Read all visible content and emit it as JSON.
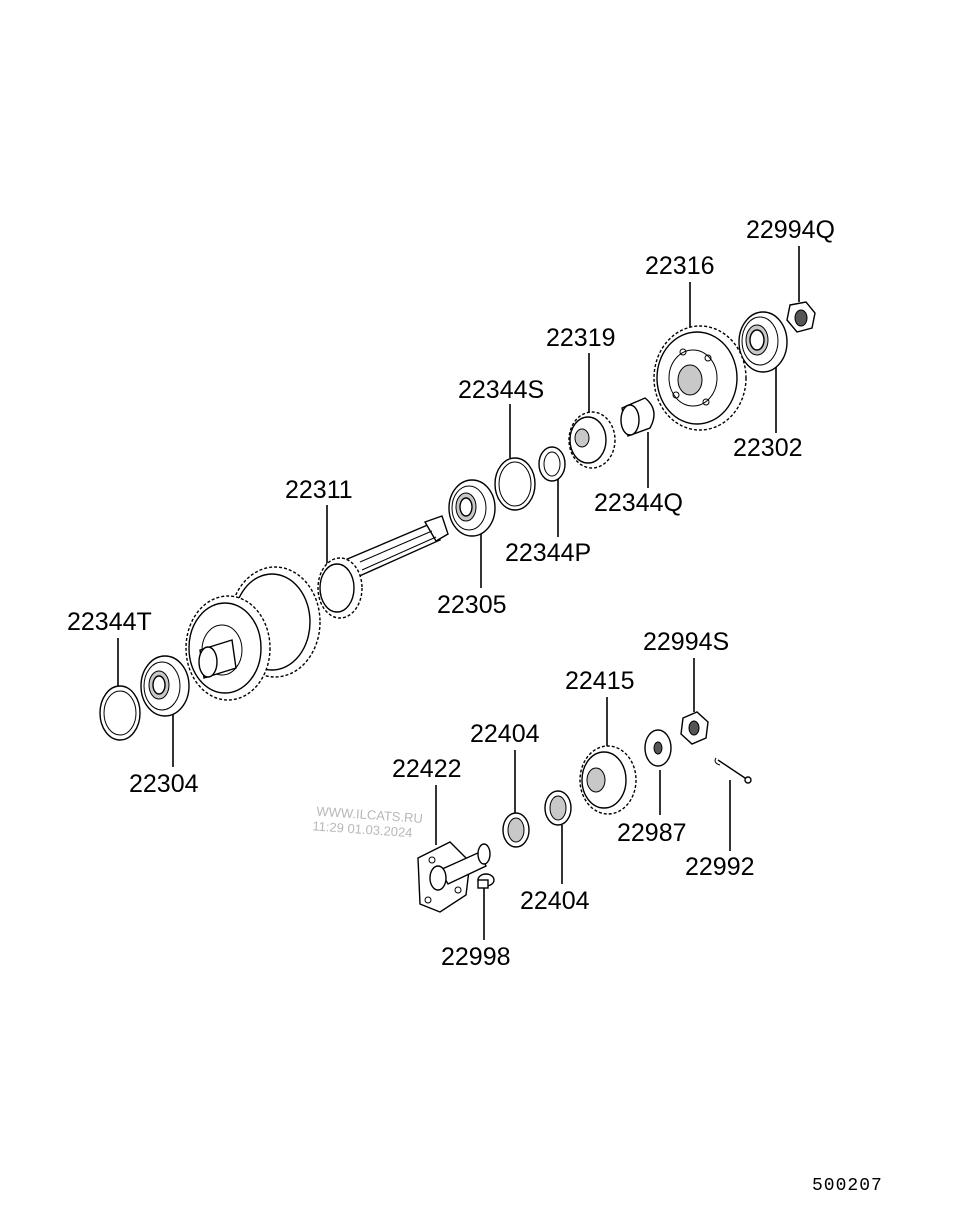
{
  "diagram": {
    "part_labels": [
      {
        "id": "22994Q",
        "text": "22994Q"
      },
      {
        "id": "22316",
        "text": "22316"
      },
      {
        "id": "22319",
        "text": "22319"
      },
      {
        "id": "22344S",
        "text": "22344S"
      },
      {
        "id": "22302",
        "text": "22302"
      },
      {
        "id": "22344Q",
        "text": "22344Q"
      },
      {
        "id": "22311",
        "text": "22311"
      },
      {
        "id": "22344P",
        "text": "22344P"
      },
      {
        "id": "22305",
        "text": "22305"
      },
      {
        "id": "22344T",
        "text": "22344T"
      },
      {
        "id": "22304",
        "text": "22304"
      },
      {
        "id": "22994S",
        "text": "22994S"
      },
      {
        "id": "22415",
        "text": "22415"
      },
      {
        "id": "22404a",
        "text": "22404"
      },
      {
        "id": "22422",
        "text": "22422"
      },
      {
        "id": "22987",
        "text": "22987"
      },
      {
        "id": "22992",
        "text": "22992"
      },
      {
        "id": "22404b",
        "text": "22404"
      },
      {
        "id": "22998",
        "text": "22998"
      }
    ],
    "watermark_line1": "WWW.ILCATS.RU",
    "watermark_line2": "11:29 01.03.2024",
    "diagram_code": "500207"
  }
}
